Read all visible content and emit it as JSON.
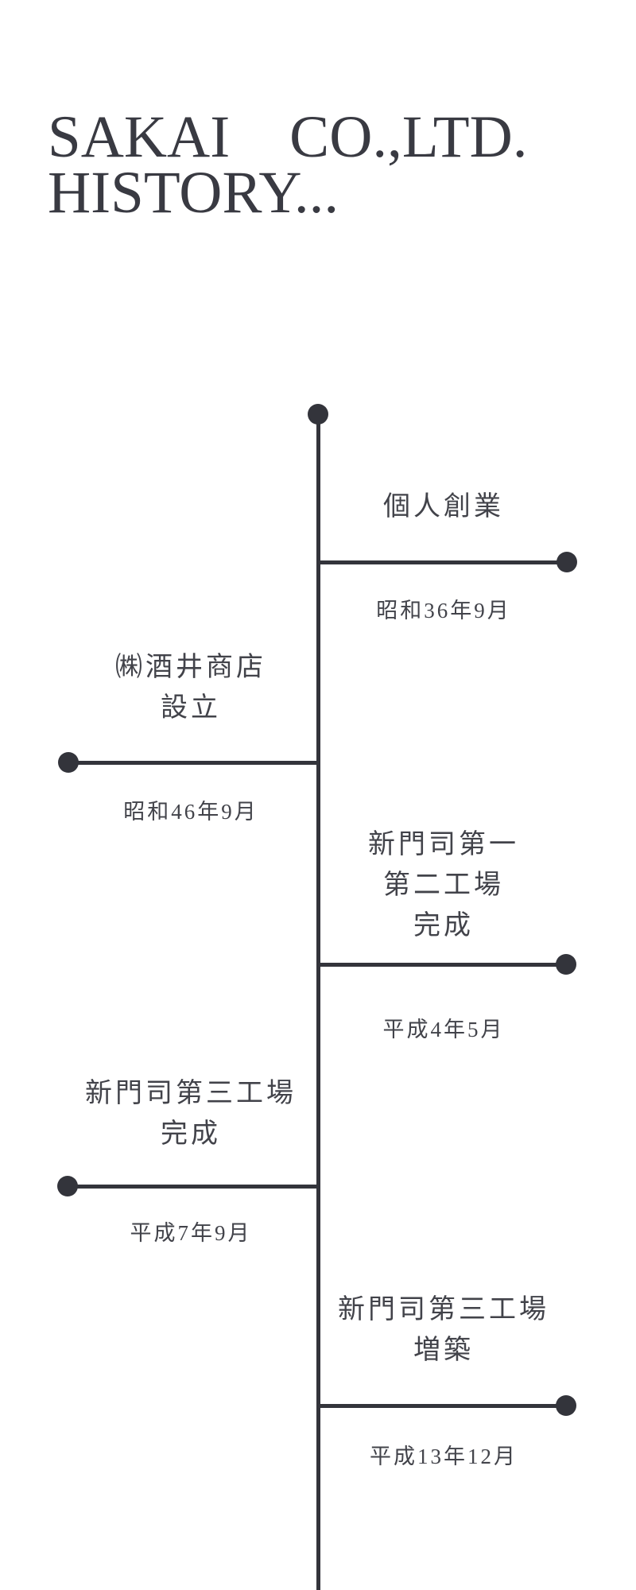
{
  "page": {
    "colors": {
      "background": "#ffffff",
      "ink": "#33343b",
      "title": "#393a42",
      "label": "#42434a"
    }
  },
  "header": {
    "title_line1": "SAKAI　CO.,LTD.",
    "title_line2": "HISTORY..."
  },
  "timeline": {
    "events": [
      {
        "side": "right",
        "label_lines": [
          "個人創業"
        ],
        "date": "昭和36年9月"
      },
      {
        "side": "left",
        "label_lines": [
          "㈱酒井商店",
          "設立"
        ],
        "date": "昭和46年9月"
      },
      {
        "side": "right",
        "label_lines": [
          "新門司第一",
          "第二工場",
          "完成"
        ],
        "date": "平成4年5月"
      },
      {
        "side": "left",
        "label_lines": [
          "新門司第三工場",
          "完成"
        ],
        "date": "平成7年9月"
      },
      {
        "side": "right",
        "label_lines": [
          "新門司第三工場",
          "増築"
        ],
        "date": "平成13年12月"
      }
    ]
  }
}
